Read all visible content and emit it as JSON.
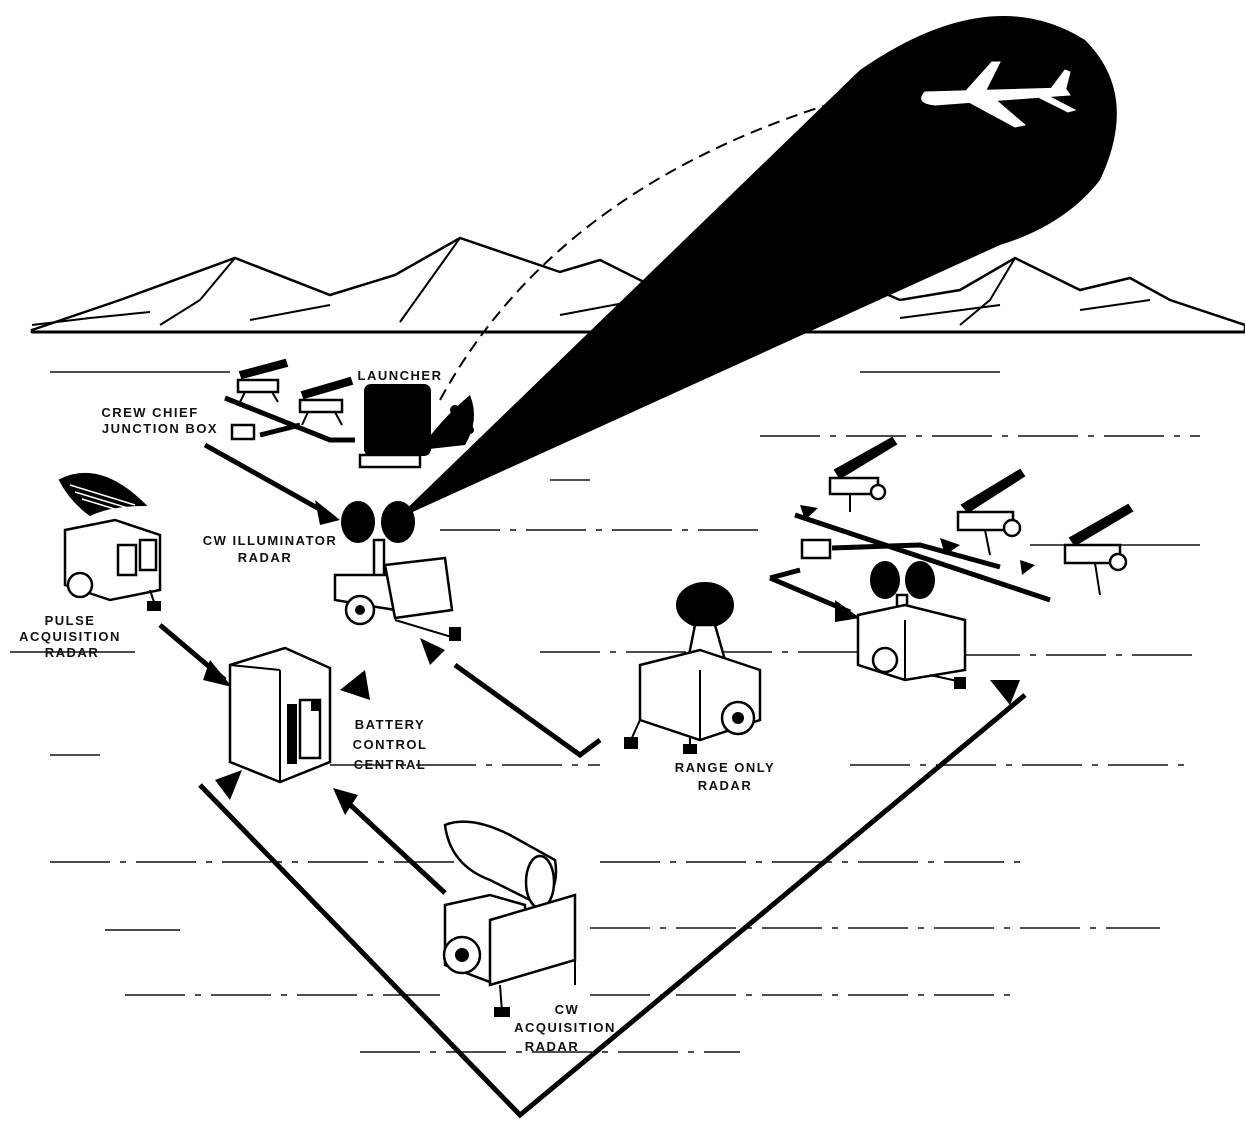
{
  "labels": {
    "launcher": "LAUNCHER",
    "crew_chief_1": "CREW CHIEF",
    "crew_chief_2": "JUNCTION BOX",
    "cw_illuminator_1": "CW ILLUMINATOR",
    "cw_illuminator_2": "RADAR",
    "pulse_acq_1": "PULSE",
    "pulse_acq_2": "ACQUISITION",
    "pulse_acq_3": "RADAR",
    "battery_1": "BATTERY",
    "battery_2": "CONTROL",
    "battery_3": "CENTRAL",
    "range_only_1": "RANGE ONLY",
    "range_only_2": "RADAR",
    "cw_acq_1": "CW",
    "cw_acq_2": "ACQUISITION",
    "cw_acq_3": "RADAR"
  },
  "colors": {
    "ink": "#000000",
    "paper": "#ffffff"
  }
}
